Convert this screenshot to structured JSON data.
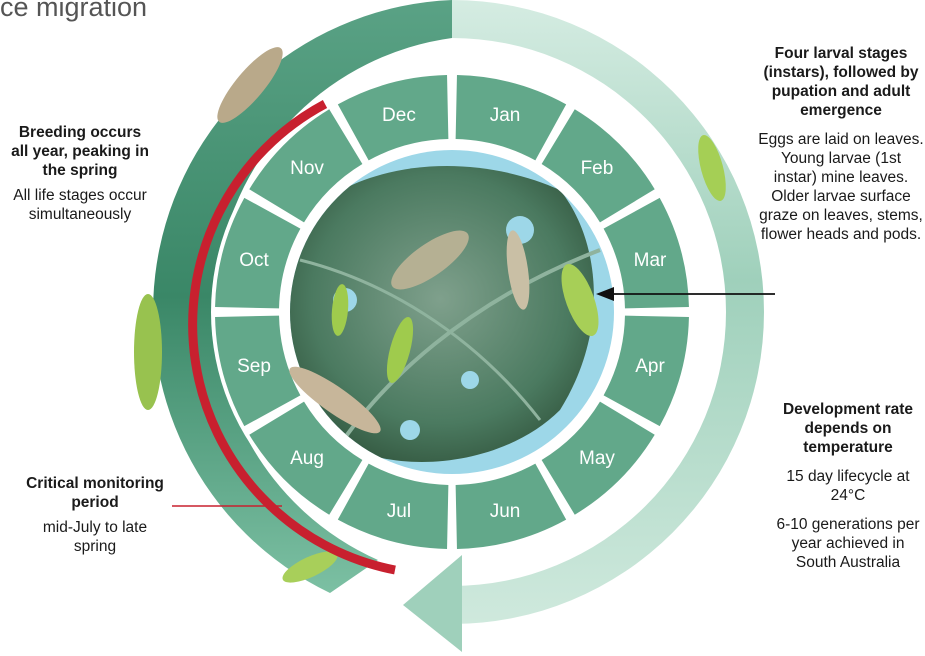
{
  "title": "ce migration",
  "months": [
    "Jan",
    "Feb",
    "Mar",
    "Apr",
    "May",
    "Jun",
    "Jul",
    "Aug",
    "Sep",
    "Oct",
    "Nov",
    "Dec"
  ],
  "notes": {
    "breeding": {
      "heading": "Breeding occurs all year, peaking in the spring",
      "body": "All life stages occur simultaneously"
    },
    "larval": {
      "heading": "Four larval stages (instars), followed by pupation and adult emergence",
      "body": "Eggs are laid on leaves. Young larvae (1st instar) mine leaves. Older larvae surface graze on leaves, stems, flower heads and pods."
    },
    "development": {
      "heading": "Development rate depends on temperature",
      "lifecycle": "15 day lifecycle at 24°C",
      "generations": "6-10 generations per year achieved in South Australia"
    },
    "critical": {
      "heading": "Critical monitoring period",
      "body": "mid-July to late spring"
    }
  },
  "colors": {
    "month_segment": "#62a88a",
    "arrow_dark": "#3d8a6a",
    "arrow_light": "#c8e6da",
    "critical_arc": "#c8202f",
    "sky": "#9dd7e8",
    "leaf": "#3f6b52"
  }
}
